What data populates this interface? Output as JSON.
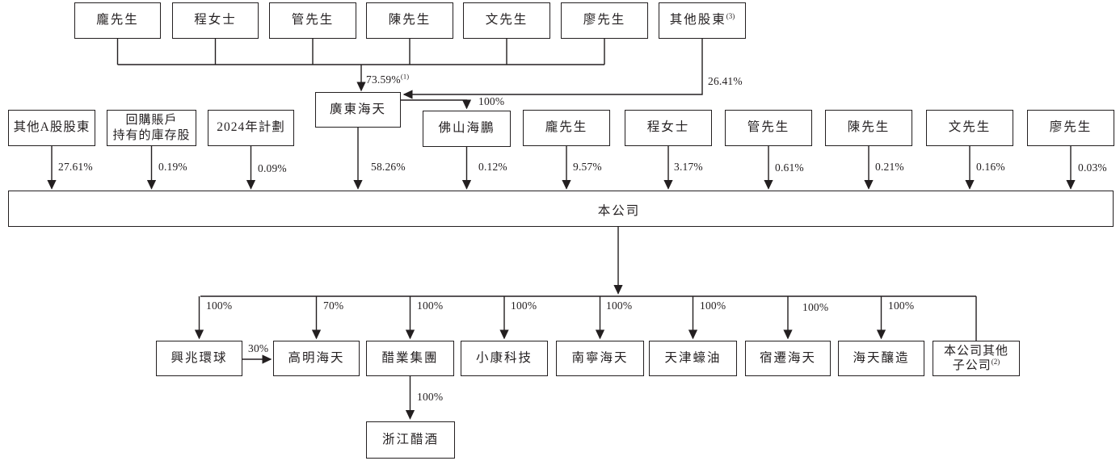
{
  "colors": {
    "line": "#231f20",
    "text": "#231f20",
    "background": "#ffffff"
  },
  "nodes": {
    "top": {
      "pang": "龐先生",
      "cheng": "程女士",
      "guan": "管先生",
      "chen": "陳先生",
      "wen": "文先生",
      "liao": "廖先生",
      "other_shareholders": "其他股東",
      "other_shareholders_sup": "(3)"
    },
    "mid": {
      "other_a_shareholders": "其他A股股東",
      "repurchase_line1": "回購賬戶",
      "repurchase_line2": "持有的庫存股",
      "plan2024": "2024年計劃",
      "guangdong_haitian": "廣東海天",
      "foshan_haipeng": "佛山海鵬",
      "pang": "龐先生",
      "cheng": "程女士",
      "guan": "管先生",
      "chen": "陳先生",
      "wen": "文先生",
      "liao": "廖先生"
    },
    "company": "本公司",
    "bottom": {
      "xingzhao": "興兆環球",
      "gaoming": "高明海天",
      "vinegar_group": "醋業集團",
      "xiaokang": "小康科技",
      "nanning": "南寧海天",
      "tianjin": "天津蠔油",
      "suqian": "宿遷海天",
      "haitian_brewing": "海天釀造",
      "other_subs_line1": "本公司其他",
      "other_subs_line2": "子公司",
      "other_subs_sup": "(2)",
      "zhejiang": "浙江醋酒"
    }
  },
  "percents": {
    "founders_to_guangdong": "73.59%",
    "founders_to_guangdong_sup": "(1)",
    "other_to_guangdong": "26.41%",
    "guangdong_to_foshan": "100%",
    "other_a": "27.61%",
    "repurchase": "0.19%",
    "plan2024": "0.09%",
    "guangdong": "58.26%",
    "foshan": "0.12%",
    "pang": "9.57%",
    "cheng": "3.17%",
    "guan": "0.61%",
    "chen": "0.21%",
    "wen": "0.16%",
    "liao": "0.03%",
    "xingzhao": "100%",
    "gaoming": "70%",
    "vinegar_group": "100%",
    "xiaokang": "100%",
    "nanning": "100%",
    "tianjin": "100%",
    "suqian": "100%",
    "haitian_brewing": "100%",
    "xingzhao_to_gaoming": "30%",
    "vinegar_to_zhejiang": "100%"
  }
}
